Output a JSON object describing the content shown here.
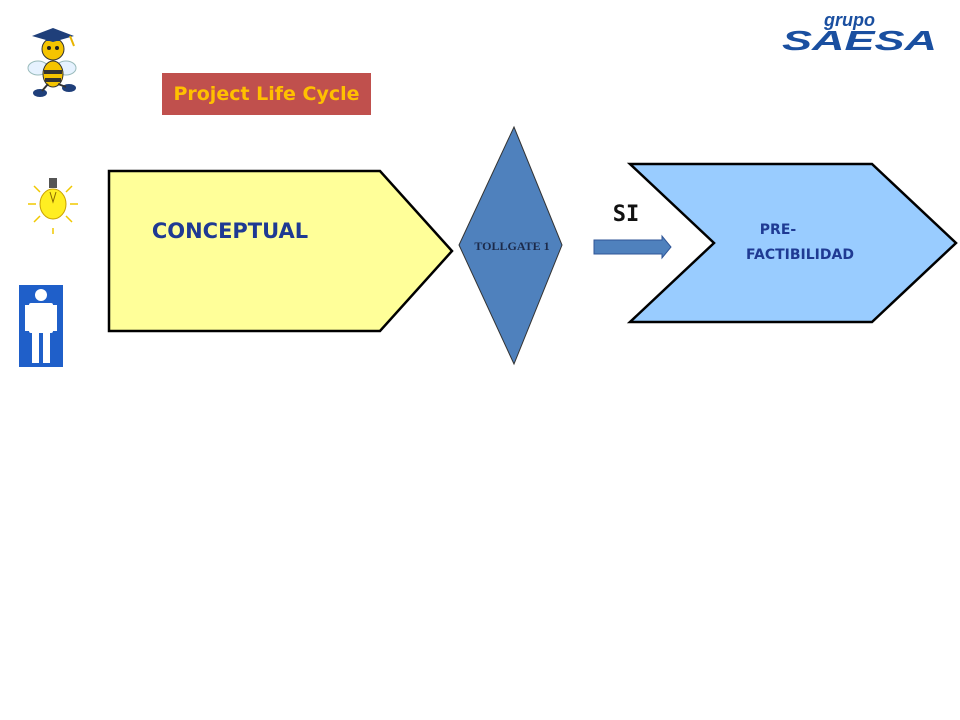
{
  "title": "Project Life Cycle",
  "stages": {
    "conceptual": "CONCEPTUAL",
    "tollgate": "TOLLGATE 1",
    "decision": "SI",
    "prefeasibility_line1": "PRE-",
    "prefeasibility_line2": "FACTIBILIDAD"
  },
  "logo": {
    "small": "grupo",
    "main": "SAESA"
  },
  "icons": [
    "graduate-bee-mascot-icon",
    "light-bulb-icon",
    "man-restroom-icon"
  ],
  "colors": {
    "title_bg": "#c0504d",
    "title_text": "#ffc000",
    "conceptual_fill": "#ffff99",
    "tollgate_fill": "#4f81bd",
    "prefeasibility_fill": "#99ccff",
    "stage_text": "#1f3a93",
    "logo_blue": "#1a4fa0"
  }
}
